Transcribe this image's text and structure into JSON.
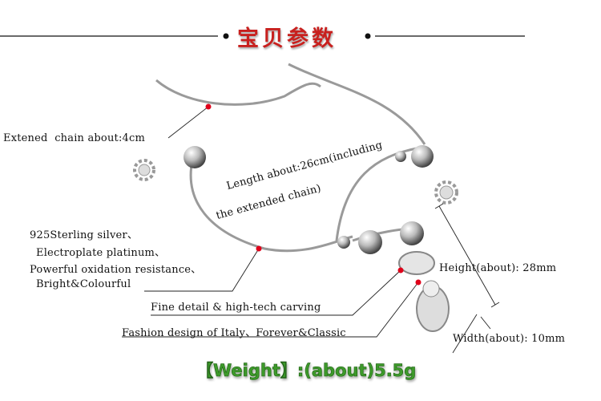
{
  "header": {
    "title": "宝贝参数"
  },
  "labels": {
    "extended_chain": "Extened  chain about:4cm",
    "length_line1": "Length about:26cm(including",
    "length_line2": "the extended chain)",
    "material": [
      "925Sterling silver、",
      "Electroplate platinum、",
      "Powerful oxidation resistance、",
      "Bright&Colourful"
    ],
    "fine_detail": "Fine detail & high-tech carving",
    "fashion": "Fashion design of Italy、Forever&Classic",
    "height": "Height(about): 28mm",
    "width": "Width(about): 10mm"
  },
  "weight": "【Weight】:(about)5.5g",
  "colors": {
    "title": "#c8201e",
    "weight": "#3d9a2a",
    "marker": "#e0001a"
  }
}
